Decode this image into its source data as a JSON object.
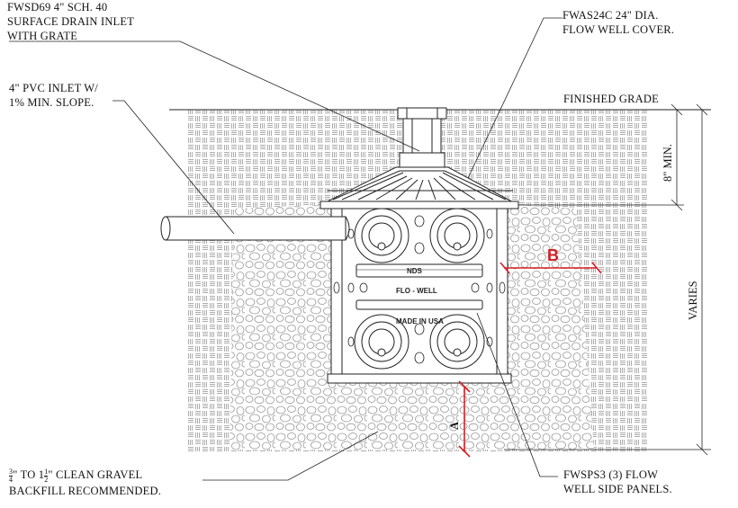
{
  "labels": {
    "drain_inlet_line1": "FWSD69 4\" SCH. 40",
    "drain_inlet_line2": "SURFACE DRAIN INLET",
    "drain_inlet_line3": "WITH GRATE",
    "pvc_inlet_line1": "4\" PVC INLET W/",
    "pvc_inlet_line2": "1% MIN. SLOPE.",
    "cover_line1": "FWAS24C 24\" DIA.",
    "cover_line2": "FLOW WELL COVER.",
    "finished_grade": "FINISHED GRADE",
    "min_depth": "8\" MIN.",
    "varies": "VARIES",
    "gravel_line1_a": "3",
    "gravel_line1_b": "4",
    "gravel_line1_c": "\" TO 1",
    "gravel_line1_d": "1",
    "gravel_line1_e": "2",
    "gravel_line1_f": "\" CLEAN GRAVEL",
    "gravel_line2": "BACKFILL RECOMMENDED.",
    "side_panels_line1": "FWSPS3 (3) FLOW",
    "side_panels_line2": "WELL SIDE PANELS."
  },
  "dimensions": {
    "a": "A",
    "b": "B"
  },
  "well_markings": {
    "brand": "NDS",
    "name": "FLO - WELL",
    "origin": "MADE IN USA"
  },
  "colors": {
    "line": "#222222",
    "dimension": "#d61f26",
    "background": "#ffffff"
  }
}
